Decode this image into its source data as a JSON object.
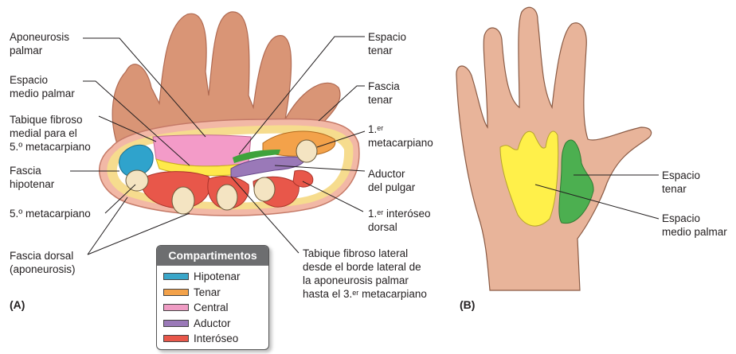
{
  "panel_a": {
    "tag": "(A)",
    "labels_left": [
      {
        "id": "aponeurosis-palmar",
        "lines": [
          "Aponeurosis",
          "palmar"
        ]
      },
      {
        "id": "espacio-medio-palmar",
        "lines": [
          "Espacio",
          "medio palmar"
        ]
      },
      {
        "id": "tabique-medial",
        "lines": [
          "Tabique fibroso",
          "medial para el",
          "5.º metacarpiano"
        ]
      },
      {
        "id": "fascia-hipotenar",
        "lines": [
          "Fascia",
          "hipotenar"
        ]
      },
      {
        "id": "quinto-metacarpiano",
        "lines": [
          "5.º metacarpiano"
        ]
      },
      {
        "id": "fascia-dorsal",
        "lines": [
          "Fascia dorsal",
          "(aponeurosis)"
        ]
      }
    ],
    "labels_right": [
      {
        "id": "espacio-tenar",
        "lines": [
          "Espacio",
          "tenar"
        ]
      },
      {
        "id": "fascia-tenar",
        "lines": [
          "Fascia",
          "tenar"
        ]
      },
      {
        "id": "primer-metacarpiano",
        "lines": [
          "1.",
          "metacarpiano"
        ],
        "sup": "er"
      },
      {
        "id": "aductor-pulgar",
        "lines": [
          "Aductor",
          "del pulgar"
        ]
      },
      {
        "id": "primer-interoseo",
        "lines": [
          "1.",
          " interóseo",
          "dorsal"
        ],
        "sup": "er"
      }
    ],
    "label_bottom": {
      "id": "tabique-lateral",
      "lines": [
        "Tabique fibroso lateral",
        "desde el borde lateral de",
        "la aponeurosis palmar",
        "hasta el 3.",
        " metacarpiano"
      ],
      "sup": "er"
    },
    "legend": {
      "title": "Compartimentos",
      "items": [
        {
          "label": "Hipotenar",
          "color": "#3aa6c9"
        },
        {
          "label": "Tenar",
          "color": "#f3a24a"
        },
        {
          "label": "Central",
          "color": "#ef9cc4"
        },
        {
          "label": "Aductor",
          "color": "#9a79b8"
        },
        {
          "label": "Interóseo",
          "color": "#e8574a"
        }
      ]
    }
  },
  "panel_b": {
    "tag": "(B)",
    "labels": [
      {
        "id": "espacio-tenar-b",
        "lines": [
          "Espacio",
          "tenar"
        ],
        "color": "#4caf50"
      },
      {
        "id": "espacio-medio-palmar-b",
        "lines": [
          "Espacio",
          "medio palmar"
        ],
        "color": "#fff04a"
      }
    ],
    "skin_color": "#e8b49a"
  }
}
